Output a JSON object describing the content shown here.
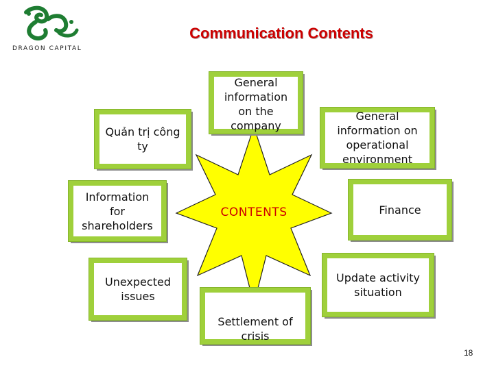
{
  "header": {
    "logo_text": "DRAGON CAPITAL",
    "title": "Communication Contents"
  },
  "diagram": {
    "center_label": "CONTENTS",
    "items": {
      "corporate_governance": "Quản trị công ty",
      "general_company": "General information on the company",
      "operational_environment": "General information on operational environment",
      "shareholders": "Information for shareholders",
      "finance": "Finance",
      "unexpected_issues": "Unexpected issues",
      "update_activity": "Update activity situation",
      "settlement_crisis": "Settlement of crisis"
    },
    "colors": {
      "star_fill": "#ffff00",
      "box_border": "#9fd03b",
      "title": "#cc0000",
      "logo": "#1e7d32"
    }
  },
  "footer": {
    "page_number": "18"
  }
}
